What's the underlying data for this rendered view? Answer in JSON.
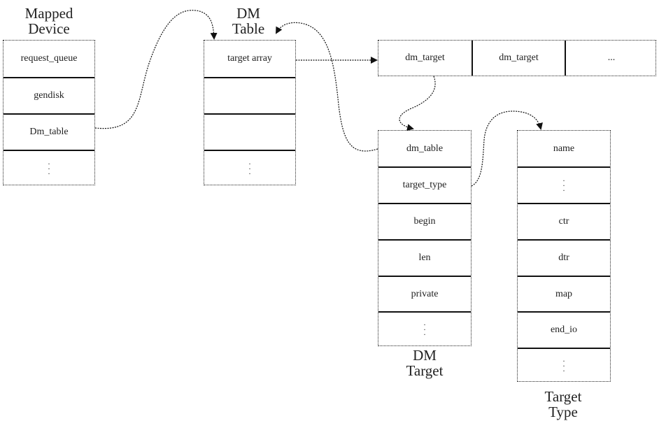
{
  "titles": {
    "mapped_device": [
      "Mapped",
      "Device"
    ],
    "dm_table": [
      "DM",
      "Table"
    ],
    "dm_target": [
      "DM",
      "Target"
    ],
    "target_type": [
      "Target",
      "Type"
    ]
  },
  "mapped_device": {
    "fields": [
      "request_queue",
      "gendisk",
      "Dm_table"
    ]
  },
  "dm_table": {
    "fields": [
      "target array"
    ]
  },
  "target_array": {
    "cells": [
      "dm_target",
      "dm_target",
      "..."
    ]
  },
  "dm_target": {
    "fields": [
      "dm_table",
      "target_type",
      "begin",
      "len",
      "private"
    ]
  },
  "target_type": {
    "fields_top": [
      "name"
    ],
    "fields_bottom": [
      "ctr",
      "dtr",
      "map",
      "end_io"
    ]
  },
  "colors": {
    "line": "#111111",
    "border": "#222222",
    "background": "#ffffff"
  }
}
